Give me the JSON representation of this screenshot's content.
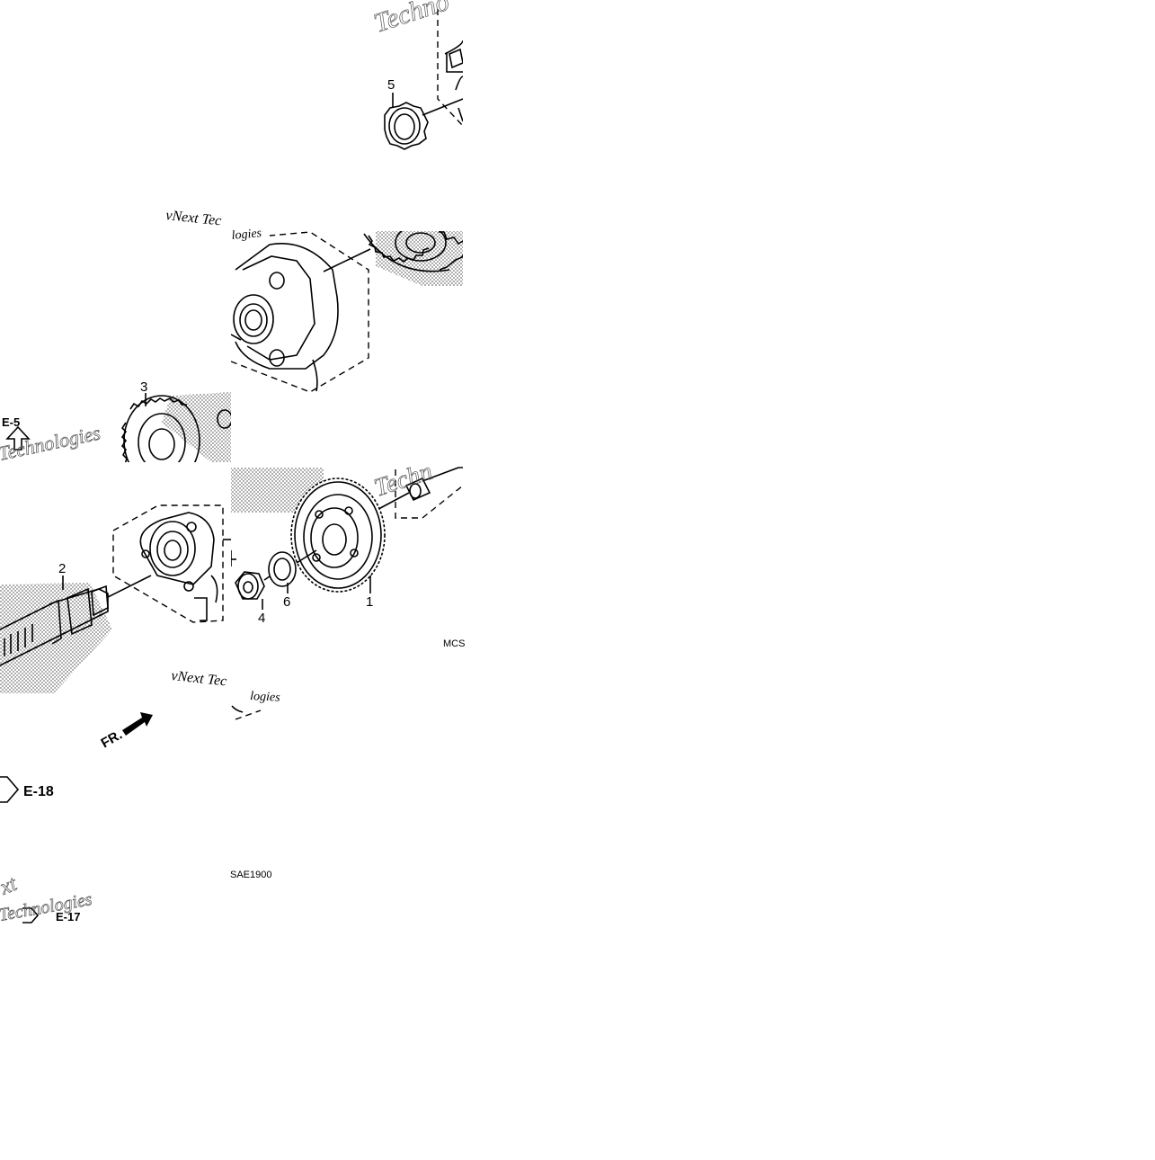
{
  "diagram": {
    "callouts": [
      {
        "id": "1",
        "label": "1"
      },
      {
        "id": "2",
        "label": "2"
      },
      {
        "id": "3",
        "label": "3"
      },
      {
        "id": "4",
        "label": "4"
      },
      {
        "id": "5",
        "label": "5"
      },
      {
        "id": "6",
        "label": "6"
      }
    ],
    "references": {
      "e5": "E-5",
      "e18": "E-18",
      "e17": "E-17"
    },
    "front_label": "FR.",
    "code_main": "SAE1900",
    "code_side": "MCS",
    "watermarks": {
      "w1": "Techno",
      "w2": "vNext Tec",
      "w3": "logies",
      "w4": "Technologies",
      "w5": "vNext Tec",
      "w6": "logies",
      "w7": "Techn",
      "w8": "xt",
      "w9": "Technologies"
    },
    "colors": {
      "line": "#000000",
      "background": "#ffffff",
      "shade": "#bdbdbd"
    }
  }
}
